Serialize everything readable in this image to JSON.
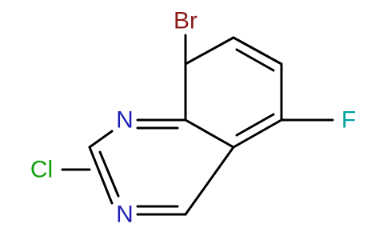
{
  "molecule": {
    "atoms": {
      "br": {
        "symbol": "Br",
        "color": "#8b1a1a"
      },
      "f": {
        "symbol": "F",
        "color": "#00a0a0"
      },
      "n1": {
        "symbol": "N",
        "color": "#1e1eb4"
      },
      "n3": {
        "symbol": "N",
        "color": "#1e1eb4"
      },
      "cl": {
        "symbol": "Cl",
        "color": "#10a010"
      }
    },
    "bond_color": "#000000",
    "background": "#ffffff"
  }
}
